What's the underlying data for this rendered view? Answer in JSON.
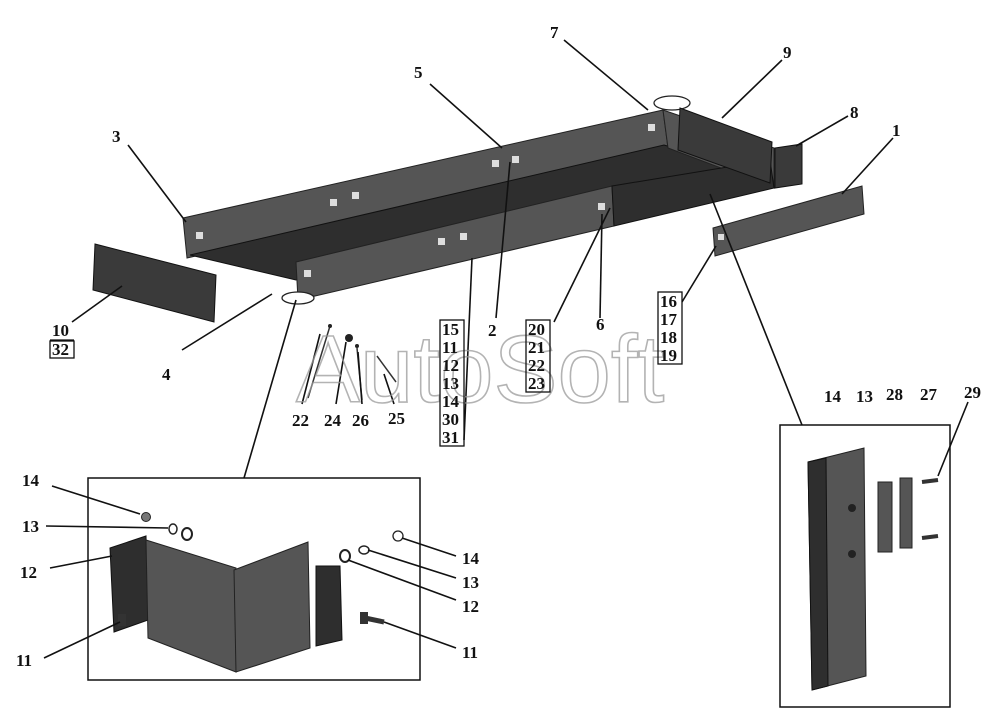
{
  "watermark": "AutoSoft",
  "callouts": {
    "c1": "1",
    "c2": "2",
    "c3": "3",
    "c4": "4",
    "c5": "5",
    "c6": "6",
    "c7": "7",
    "c8": "8",
    "c9": "9",
    "c22": "22",
    "c24": "24",
    "c26": "26",
    "c25": "25",
    "d14a": "14",
    "d13a": "13",
    "d12a": "12",
    "d11a": "11",
    "d14b": "14",
    "d13b": "13",
    "d12b": "12",
    "d11b": "11",
    "r14": "14",
    "r13": "13",
    "r28": "28",
    "r27": "27",
    "r29": "29"
  },
  "stacks": {
    "s10": [
      "10",
      "32"
    ],
    "s15": [
      "15",
      "11",
      "12",
      "13",
      "14",
      "30",
      "31"
    ],
    "s20": [
      "20",
      "21",
      "22",
      "23"
    ],
    "s16": [
      "16",
      "17",
      "18",
      "19"
    ]
  }
}
